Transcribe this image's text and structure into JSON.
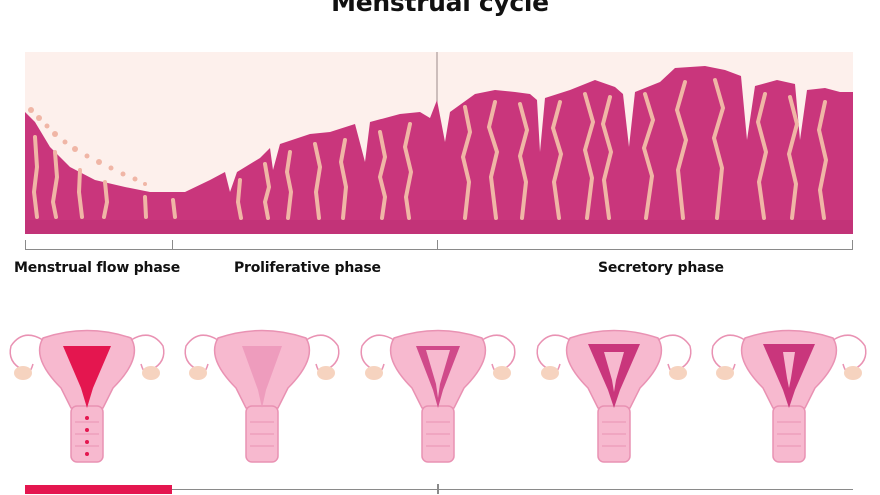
{
  "title": "Menstrual cycle",
  "phases": [
    {
      "label": "Menstrual flow phase"
    },
    {
      "label": "Proliferative phase"
    },
    {
      "label": "Secretory phase"
    }
  ],
  "colors": {
    "endometrium": "#c9367c",
    "endometrium_dark": "#b02a6a",
    "gland": "#f0b6a6",
    "background": "#fdf0ec",
    "uterus_pink": "#f7b9cf",
    "flow_red": "#e4164f"
  },
  "uterus_stages": [
    "menstruation",
    "early-proliferative",
    "late-proliferative",
    "early-secretory",
    "late-secretory"
  ]
}
